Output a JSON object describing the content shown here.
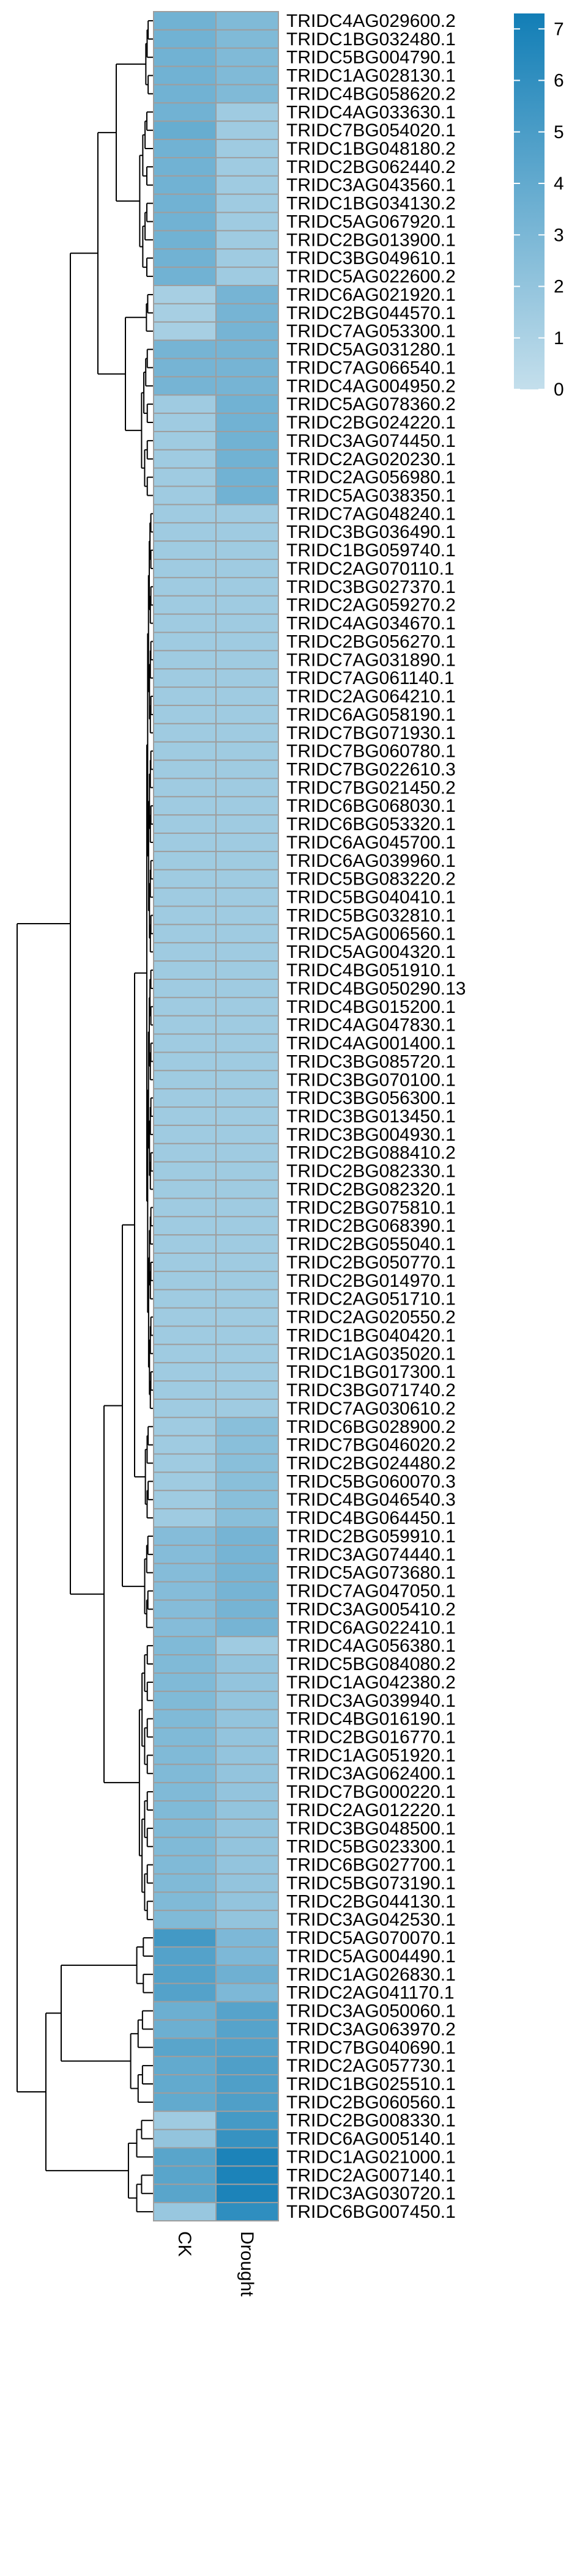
{
  "chart_data": {
    "type": "heatmap",
    "title": "",
    "xlabel": "",
    "ylabel": "",
    "columns": [
      "CK",
      "Drought"
    ],
    "rows": [
      {
        "name": "TRIDC4AG029600.2",
        "values": [
          3.4,
          2.8
        ]
      },
      {
        "name": "TRIDC1BG032480.1",
        "values": [
          3.4,
          2.8
        ]
      },
      {
        "name": "TRIDC5BG004790.1",
        "values": [
          3.4,
          2.8
        ]
      },
      {
        "name": "TRIDC1AG028130.1",
        "values": [
          3.4,
          2.8
        ]
      },
      {
        "name": "TRIDC4BG058620.2",
        "values": [
          3.4,
          2.8
        ]
      },
      {
        "name": "TRIDC4AG033630.1",
        "values": [
          3.4,
          1.5
        ]
      },
      {
        "name": "TRIDC7BG054020.1",
        "values": [
          3.8,
          1.5
        ]
      },
      {
        "name": "TRIDC1BG048180.2",
        "values": [
          3.4,
          1.5
        ]
      },
      {
        "name": "TRIDC2BG062440.2",
        "values": [
          3.4,
          1.5
        ]
      },
      {
        "name": "TRIDC3AG043560.1",
        "values": [
          3.4,
          1.5
        ]
      },
      {
        "name": "TRIDC1BG034130.2",
        "values": [
          3.4,
          1.5
        ]
      },
      {
        "name": "TRIDC5AG067920.1",
        "values": [
          3.4,
          1.5
        ]
      },
      {
        "name": "TRIDC2BG013900.1",
        "values": [
          3.4,
          1.5
        ]
      },
      {
        "name": "TRIDC3BG049610.1",
        "values": [
          3.4,
          1.5
        ]
      },
      {
        "name": "TRIDC5AG022600.2",
        "values": [
          3.4,
          1.5
        ]
      },
      {
        "name": "TRIDC6AG021920.1",
        "values": [
          1.2,
          3.2
        ]
      },
      {
        "name": "TRIDC2BG044570.1",
        "values": [
          1.2,
          3.2
        ]
      },
      {
        "name": "TRIDC7AG053300.1",
        "values": [
          1.2,
          3.2
        ]
      },
      {
        "name": "TRIDC5AG031280.1",
        "values": [
          3.2,
          3.2
        ]
      },
      {
        "name": "TRIDC7AG066540.1",
        "values": [
          3.2,
          3.2
        ]
      },
      {
        "name": "TRIDC4AG004950.2",
        "values": [
          3.2,
          3.2
        ]
      },
      {
        "name": "TRIDC5AG078360.2",
        "values": [
          1.5,
          3.4
        ]
      },
      {
        "name": "TRIDC2BG024220.1",
        "values": [
          1.5,
          3.4
        ]
      },
      {
        "name": "TRIDC3AG074450.1",
        "values": [
          1.5,
          3.4
        ]
      },
      {
        "name": "TRIDC2AG020230.1",
        "values": [
          1.5,
          3.4
        ]
      },
      {
        "name": "TRIDC2AG056980.1",
        "values": [
          1.5,
          3.4
        ]
      },
      {
        "name": "TRIDC5AG038350.1",
        "values": [
          1.5,
          3.4
        ]
      },
      {
        "name": "TRIDC7AG048240.1",
        "values": [
          1.5,
          1.5
        ]
      },
      {
        "name": "TRIDC3BG036490.1",
        "values": [
          1.5,
          1.5
        ]
      },
      {
        "name": "TRIDC1BG059740.1",
        "values": [
          1.5,
          1.5
        ]
      },
      {
        "name": "TRIDC2AG070110.1",
        "values": [
          1.5,
          1.5
        ]
      },
      {
        "name": "TRIDC3BG027370.1",
        "values": [
          1.5,
          1.5
        ]
      },
      {
        "name": "TRIDC2AG059270.2",
        "values": [
          1.5,
          1.5
        ]
      },
      {
        "name": "TRIDC4AG034670.1",
        "values": [
          1.5,
          1.5
        ]
      },
      {
        "name": "TRIDC2BG056270.1",
        "values": [
          1.5,
          1.5
        ]
      },
      {
        "name": "TRIDC7AG031890.1",
        "values": [
          1.5,
          1.5
        ]
      },
      {
        "name": "TRIDC7AG061140.1",
        "values": [
          1.5,
          1.5
        ]
      },
      {
        "name": "TRIDC2AG064210.1",
        "values": [
          1.5,
          1.5
        ]
      },
      {
        "name": "TRIDC6AG058190.1",
        "values": [
          1.5,
          1.5
        ]
      },
      {
        "name": "TRIDC7BG071930.1",
        "values": [
          1.5,
          1.5
        ]
      },
      {
        "name": "TRIDC7BG060780.1",
        "values": [
          1.5,
          1.5
        ]
      },
      {
        "name": "TRIDC7BG022610.3",
        "values": [
          1.5,
          1.5
        ]
      },
      {
        "name": "TRIDC7BG021450.2",
        "values": [
          1.5,
          1.5
        ]
      },
      {
        "name": "TRIDC6BG068030.1",
        "values": [
          1.5,
          1.5
        ]
      },
      {
        "name": "TRIDC6BG053320.1",
        "values": [
          1.5,
          1.5
        ]
      },
      {
        "name": "TRIDC6AG045700.1",
        "values": [
          1.5,
          1.5
        ]
      },
      {
        "name": "TRIDC6AG039960.1",
        "values": [
          1.5,
          1.5
        ]
      },
      {
        "name": "TRIDC5BG083220.2",
        "values": [
          1.5,
          1.5
        ]
      },
      {
        "name": "TRIDC5BG040410.1",
        "values": [
          1.5,
          1.5
        ]
      },
      {
        "name": "TRIDC5BG032810.1",
        "values": [
          1.5,
          1.5
        ]
      },
      {
        "name": "TRIDC5AG006560.1",
        "values": [
          1.5,
          1.5
        ]
      },
      {
        "name": "TRIDC5AG004320.1",
        "values": [
          1.5,
          1.5
        ]
      },
      {
        "name": "TRIDC4BG051910.1",
        "values": [
          1.5,
          1.5
        ]
      },
      {
        "name": "TRIDC4BG050290.13",
        "values": [
          1.5,
          1.5
        ]
      },
      {
        "name": "TRIDC4BG015200.1",
        "values": [
          1.5,
          1.5
        ]
      },
      {
        "name": "TRIDC4AG047830.1",
        "values": [
          1.5,
          1.5
        ]
      },
      {
        "name": "TRIDC4AG001400.1",
        "values": [
          1.5,
          1.5
        ]
      },
      {
        "name": "TRIDC3BG085720.1",
        "values": [
          1.5,
          1.5
        ]
      },
      {
        "name": "TRIDC3BG070100.1",
        "values": [
          1.5,
          1.5
        ]
      },
      {
        "name": "TRIDC3BG056300.1",
        "values": [
          1.5,
          1.5
        ]
      },
      {
        "name": "TRIDC3BG013450.1",
        "values": [
          1.5,
          1.5
        ]
      },
      {
        "name": "TRIDC3BG004930.1",
        "values": [
          1.5,
          1.5
        ]
      },
      {
        "name": "TRIDC2BG088410.2",
        "values": [
          1.5,
          1.5
        ]
      },
      {
        "name": "TRIDC2BG082330.1",
        "values": [
          1.5,
          1.5
        ]
      },
      {
        "name": "TRIDC2BG082320.1",
        "values": [
          1.5,
          1.5
        ]
      },
      {
        "name": "TRIDC2BG075810.1",
        "values": [
          1.5,
          1.5
        ]
      },
      {
        "name": "TRIDC2BG068390.1",
        "values": [
          1.5,
          1.5
        ]
      },
      {
        "name": "TRIDC2BG055040.1",
        "values": [
          1.5,
          1.5
        ]
      },
      {
        "name": "TRIDC2BG050770.1",
        "values": [
          1.5,
          1.5
        ]
      },
      {
        "name": "TRIDC2BG014970.1",
        "values": [
          1.5,
          1.5
        ]
      },
      {
        "name": "TRIDC2AG051710.1",
        "values": [
          1.5,
          1.5
        ]
      },
      {
        "name": "TRIDC2AG020550.2",
        "values": [
          1.5,
          1.5
        ]
      },
      {
        "name": "TRIDC1BG040420.1",
        "values": [
          1.5,
          1.5
        ]
      },
      {
        "name": "TRIDC1AG035020.1",
        "values": [
          1.5,
          1.5
        ]
      },
      {
        "name": "TRIDC1BG017300.1",
        "values": [
          1.5,
          1.5
        ]
      },
      {
        "name": "TRIDC3BG071740.2",
        "values": [
          1.5,
          1.5
        ]
      },
      {
        "name": "TRIDC7AG030610.2",
        "values": [
          1.5,
          1.5
        ]
      },
      {
        "name": "TRIDC6BG028900.2",
        "values": [
          1.5,
          2.4
        ]
      },
      {
        "name": "TRIDC7BG046020.2",
        "values": [
          1.5,
          2.4
        ]
      },
      {
        "name": "TRIDC2BG024480.2",
        "values": [
          1.5,
          2.4
        ]
      },
      {
        "name": "TRIDC5BG060070.3",
        "values": [
          1.5,
          2.4
        ]
      },
      {
        "name": "TRIDC4BG046540.3",
        "values": [
          1.5,
          2.4
        ]
      },
      {
        "name": "TRIDC4BG064450.1",
        "values": [
          1.5,
          2.4
        ]
      },
      {
        "name": "TRIDC2BG059910.1",
        "values": [
          2.6,
          3.2
        ]
      },
      {
        "name": "TRIDC3AG074440.1",
        "values": [
          2.6,
          3.2
        ]
      },
      {
        "name": "TRIDC5AG073680.1",
        "values": [
          2.6,
          3.2
        ]
      },
      {
        "name": "TRIDC7AG047050.1",
        "values": [
          2.6,
          3.2
        ]
      },
      {
        "name": "TRIDC3AG005410.2",
        "values": [
          2.6,
          3.2
        ]
      },
      {
        "name": "TRIDC6AG022410.1",
        "values": [
          2.6,
          3.2
        ]
      },
      {
        "name": "TRIDC4AG056380.1",
        "values": [
          2.8,
          1.5
        ]
      },
      {
        "name": "TRIDC5BG084080.2",
        "values": [
          2.8,
          2.0
        ]
      },
      {
        "name": "TRIDC1AG042380.2",
        "values": [
          2.8,
          2.0
        ]
      },
      {
        "name": "TRIDC3AG039940.1",
        "values": [
          2.8,
          2.0
        ]
      },
      {
        "name": "TRIDC4BG016190.1",
        "values": [
          2.8,
          2.0
        ]
      },
      {
        "name": "TRIDC2BG016770.1",
        "values": [
          2.8,
          2.0
        ]
      },
      {
        "name": "TRIDC1AG051920.1",
        "values": [
          2.8,
          2.0
        ]
      },
      {
        "name": "TRIDC3AG062400.1",
        "values": [
          2.8,
          2.0
        ]
      },
      {
        "name": "TRIDC7BG000220.1",
        "values": [
          2.8,
          2.0
        ]
      },
      {
        "name": "TRIDC2AG012220.1",
        "values": [
          2.8,
          2.0
        ]
      },
      {
        "name": "TRIDC3BG048500.1",
        "values": [
          2.8,
          2.0
        ]
      },
      {
        "name": "TRIDC5BG023300.1",
        "values": [
          2.8,
          2.0
        ]
      },
      {
        "name": "TRIDC6BG027700.1",
        "values": [
          2.8,
          2.0
        ]
      },
      {
        "name": "TRIDC5BG073190.1",
        "values": [
          2.8,
          2.0
        ]
      },
      {
        "name": "TRIDC2BG044130.1",
        "values": [
          2.8,
          2.0
        ]
      },
      {
        "name": "TRIDC3AG042530.1",
        "values": [
          2.8,
          2.0
        ]
      },
      {
        "name": "TRIDC5AG070070.1",
        "values": [
          5.3,
          2.9
        ]
      },
      {
        "name": "TRIDC5AG004490.1",
        "values": [
          4.6,
          2.9
        ]
      },
      {
        "name": "TRIDC1AG026830.1",
        "values": [
          4.6,
          3.5
        ]
      },
      {
        "name": "TRIDC2AG041170.1",
        "values": [
          4.6,
          2.9
        ]
      },
      {
        "name": "TRIDC3AG050060.1",
        "values": [
          3.6,
          4.5
        ]
      },
      {
        "name": "TRIDC3AG063970.2",
        "values": [
          3.6,
          4.5
        ]
      },
      {
        "name": "TRIDC7BG040690.1",
        "values": [
          4.4,
          4.6
        ]
      },
      {
        "name": "TRIDC2AG057730.1",
        "values": [
          4.0,
          4.8
        ]
      },
      {
        "name": "TRIDC1BG025510.1",
        "values": [
          4.0,
          4.8
        ]
      },
      {
        "name": "TRIDC2BG060560.1",
        "values": [
          4.0,
          4.8
        ]
      },
      {
        "name": "TRIDC2BG008330.1",
        "values": [
          1.5,
          5.2
        ]
      },
      {
        "name": "TRIDC6AG005140.1",
        "values": [
          2.0,
          5.8
        ]
      },
      {
        "name": "TRIDC1AG021000.1",
        "values": [
          4.4,
          6.9
        ]
      },
      {
        "name": "TRIDC2AG007140.1",
        "values": [
          4.4,
          6.9
        ]
      },
      {
        "name": "TRIDC3AG030720.1",
        "values": [
          4.4,
          6.9
        ]
      },
      {
        "name": "TRIDC6BG007450.1",
        "values": [
          1.8,
          6.1
        ]
      }
    ],
    "color_scale": {
      "min": 0,
      "max": 7.3,
      "ticks": [
        0,
        1,
        2,
        3,
        4,
        5,
        6,
        7
      ],
      "low_color": "#c4dfec",
      "high_color": "#127eb6"
    },
    "cell_border_color": "#9e9e9e",
    "legend_placement": "top-right",
    "dendrogram": "left (row clustering)"
  }
}
